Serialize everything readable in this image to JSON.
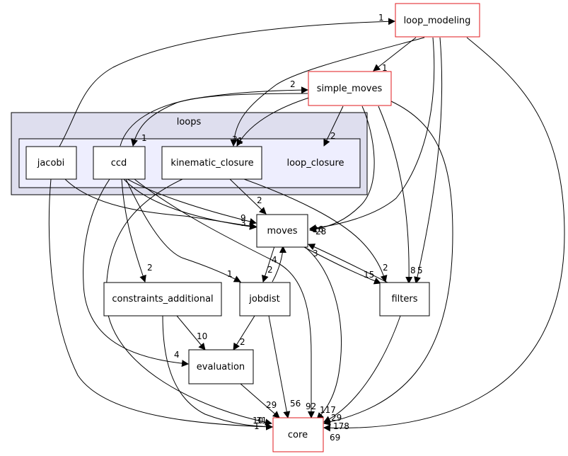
{
  "colors": {
    "outer_cluster_fill": "#dedeee",
    "inner_cluster_fill": "#eeeefe",
    "highlight_border": "#e0191c",
    "node_border": "#000000"
  },
  "cluster": {
    "title": "loops"
  },
  "nodes": {
    "loop_modeling": "loop_modeling",
    "simple_moves": "simple_moves",
    "jacobi": "jacobi",
    "ccd": "ccd",
    "kinematic_closure": "kinematic_closure",
    "loop_closure": "loop_closure",
    "moves": "moves",
    "constraints_additional": "constraints_additional",
    "jobdist": "jobdist",
    "filters": "filters",
    "evaluation": "evaluation",
    "core": "core"
  },
  "edge_labels": {
    "jacobi_to_loop_modeling": "1",
    "loop_modeling_to_simple_moves": "1",
    "ccd_to_simple_moves": "2",
    "simple_moves_to_ccd": "1",
    "simple_moves_to_kinematic_closure": "1",
    "loop_modeling_to_kinematic_closure": "3",
    "simple_moves_to_loop_closure": "2",
    "kinematic_closure_to_moves": "2",
    "ccd_to_moves_a": "9",
    "ccd_to_moves_b": "3",
    "moves_right_a": "26",
    "moves_right_b": "28",
    "moves_right_c": "3",
    "moves_to_jobdist": "2",
    "jobdist_to_moves": "4",
    "ccd_to_jobdist": "1",
    "ccd_to_constraints": "2",
    "moves_to_filters": "15",
    "kinematic_to_filters": "2",
    "simple_to_filters": "8",
    "loop_modeling_to_filters": "5",
    "constraints_to_evaluation": "10",
    "ccd_to_evaluation": "4",
    "jobdist_to_evaluation": "2",
    "evaluation_to_core": "29",
    "jobdist_to_core": "56",
    "moves_to_core": "92",
    "simple_to_core": "117",
    "filters_to_core": "29",
    "kinematic_to_core": "178",
    "loop_modeling_to_core": "69",
    "core_left_a": "10",
    "core_left_b": "31",
    "core_left_c": "1"
  }
}
